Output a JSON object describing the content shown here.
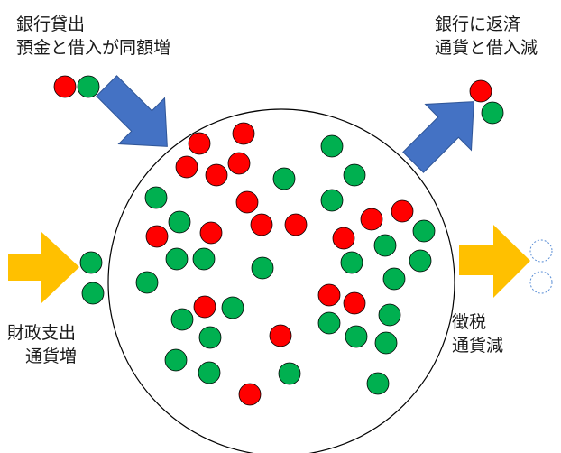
{
  "labels": {
    "bank_loan": {
      "line1": "銀行貸出",
      "line2": "預金と借入が同額増"
    },
    "bank_repay": {
      "line1": "銀行に返済",
      "line2": "通貨と借入減"
    },
    "fiscal": {
      "line1": "財政支出",
      "line2": "通貨増"
    },
    "tax": {
      "line1": "徴税",
      "line2": "通貨減"
    }
  },
  "colors": {
    "money_red": "#ff0000",
    "money_green": "#00b050",
    "bank_arrow": "#4472c4",
    "fiscal_arrow": "#ffc000",
    "outline": "#000000",
    "removed_outline": "#5b8fd6"
  },
  "icons": {
    "bank_loan_arrow": "arrow-inflow-bank",
    "bank_repay_arrow": "arrow-outflow-bank",
    "fiscal_arrow": "arrow-inflow-government",
    "tax_arrow": "arrow-outflow-tax"
  }
}
